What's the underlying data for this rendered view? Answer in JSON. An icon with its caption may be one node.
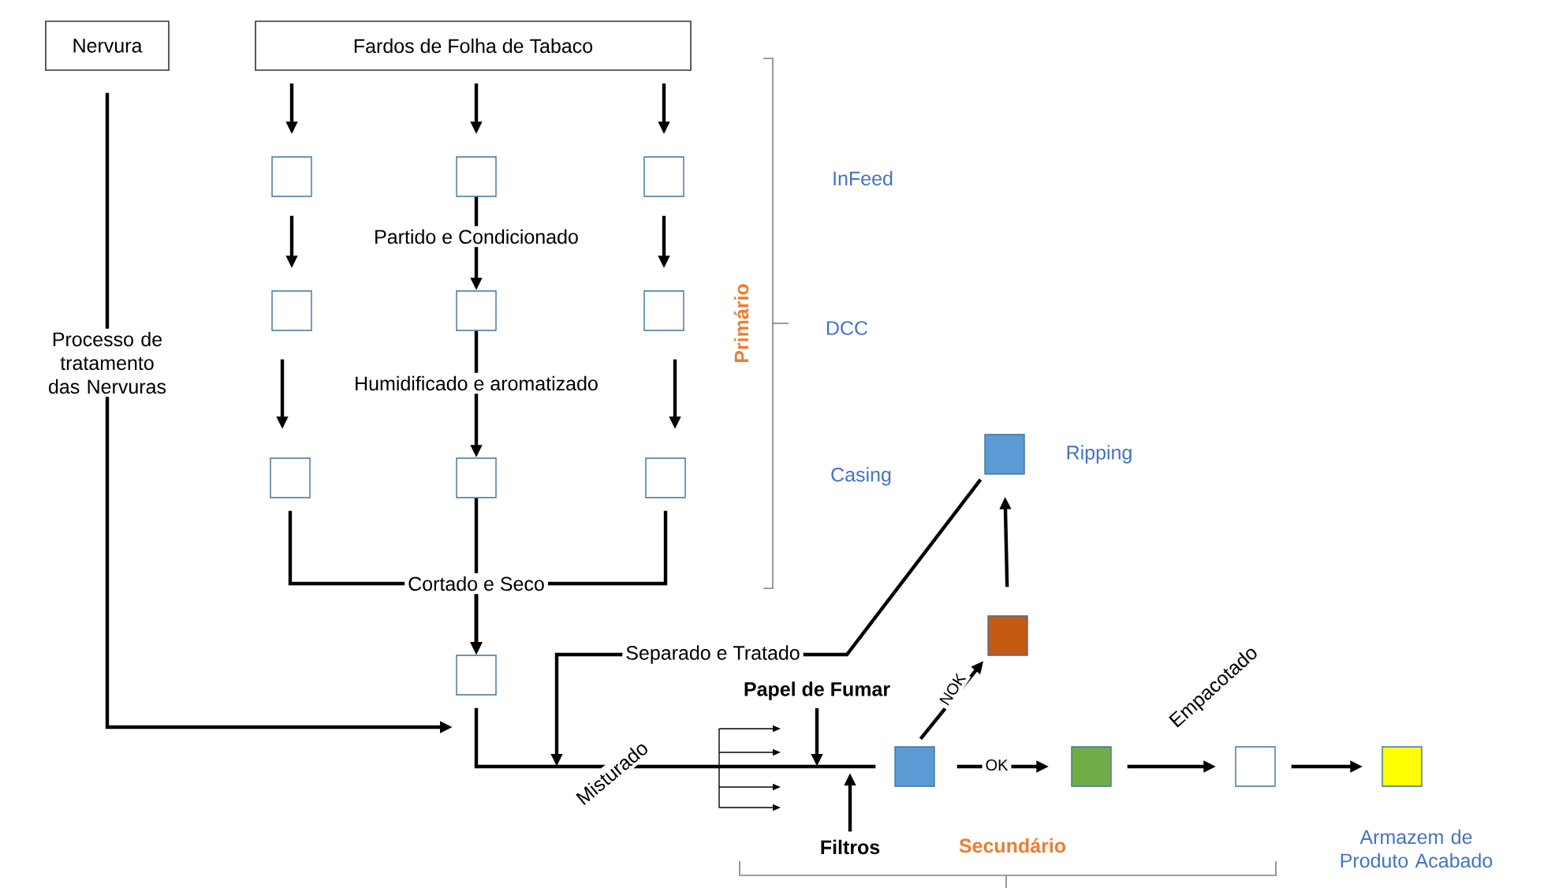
{
  "diagram": {
    "nodes": [
      {
        "text": [
          "Nervura"
        ]
      },
      {
        "text": [
          "Fardos de Folha de Tabaco"
        ]
      },
      {
        "text": [],
        "shape": "box"
      },
      {
        "text": [],
        "shape": "box"
      },
      {
        "text": [],
        "shape": "box"
      },
      {
        "text": [],
        "shape": "box"
      },
      {
        "text": [],
        "shape": "box"
      },
      {
        "text": [],
        "shape": "box"
      },
      {
        "text": [],
        "shape": "box"
      },
      {
        "text": [],
        "shape": "box"
      },
      {
        "text": [],
        "shape": "box"
      },
      {
        "text": [],
        "shape": "box"
      },
      {
        "text": [],
        "shape": "box"
      },
      {
        "text": [],
        "shape": "box"
      },
      {
        "text": [],
        "shape": "box",
        "beside": [
          "Ripping"
        ]
      },
      {
        "text": [],
        "shape": "box"
      },
      {
        "text": [],
        "shape": "box"
      },
      {
        "text": [],
        "shape": "box",
        "beside": [
          "Armazem de Produto Acabado"
        ]
      },
      {
        "text": [
          "Papel de Fumar"
        ]
      },
      {
        "text": [
          "Filtros"
        ]
      }
    ],
    "edges": [
      {
        "from": 1,
        "to": 2,
        "arrow": "to"
      },
      {
        "from": 1,
        "to": 3,
        "arrow": "to"
      },
      {
        "from": 1,
        "to": 4,
        "arrow": "to"
      },
      {
        "from": 2,
        "to": 5,
        "arrow": "to"
      },
      {
        "from": 3,
        "to": 6,
        "arrow": "to",
        "label": "Partido e Condicionado"
      },
      {
        "from": 4,
        "to": 7,
        "arrow": "to"
      },
      {
        "from": 5,
        "to": 8,
        "arrow": "to"
      },
      {
        "from": 6,
        "to": 9,
        "arrow": "to",
        "label": "Humidificado e aromatizado"
      },
      {
        "from": 7,
        "to": 10,
        "arrow": "to"
      },
      {
        "from": 8,
        "to": 11,
        "arrow": "to"
      },
      {
        "from": 9,
        "to": 11,
        "arrow": "to",
        "label": "Cortado e Seco"
      },
      {
        "from": 10,
        "to": 11,
        "arrow": "to"
      },
      {
        "from": 0,
        "to": null,
        "arrow": "to",
        "label": "Processo de tratamento das Nervuras"
      },
      {
        "from": 11,
        "to": 12,
        "arrow": "none",
        "label": "Misturado"
      },
      {
        "from": 14,
        "to": null,
        "arrow": "to",
        "label": "Separado e Tratado"
      },
      {
        "from": 18,
        "to": null,
        "arrow": "to"
      },
      {
        "from": 19,
        "to": null,
        "arrow": "to"
      },
      {
        "from": 12,
        "to": 13,
        "arrow": "to",
        "label": "NOK"
      },
      {
        "from": 13,
        "to": 14,
        "arrow": "to"
      },
      {
        "from": 12,
        "to": 15,
        "arrow": "to",
        "label": "OK"
      },
      {
        "from": 15,
        "to": 16,
        "arrow": "to",
        "label": "Empacotado"
      },
      {
        "from": 16,
        "to": 17,
        "arrow": "to"
      }
    ],
    "labels": [
      "InFeed",
      "Primário",
      "DCC",
      "Casing",
      "Secundário"
    ]
  }
}
